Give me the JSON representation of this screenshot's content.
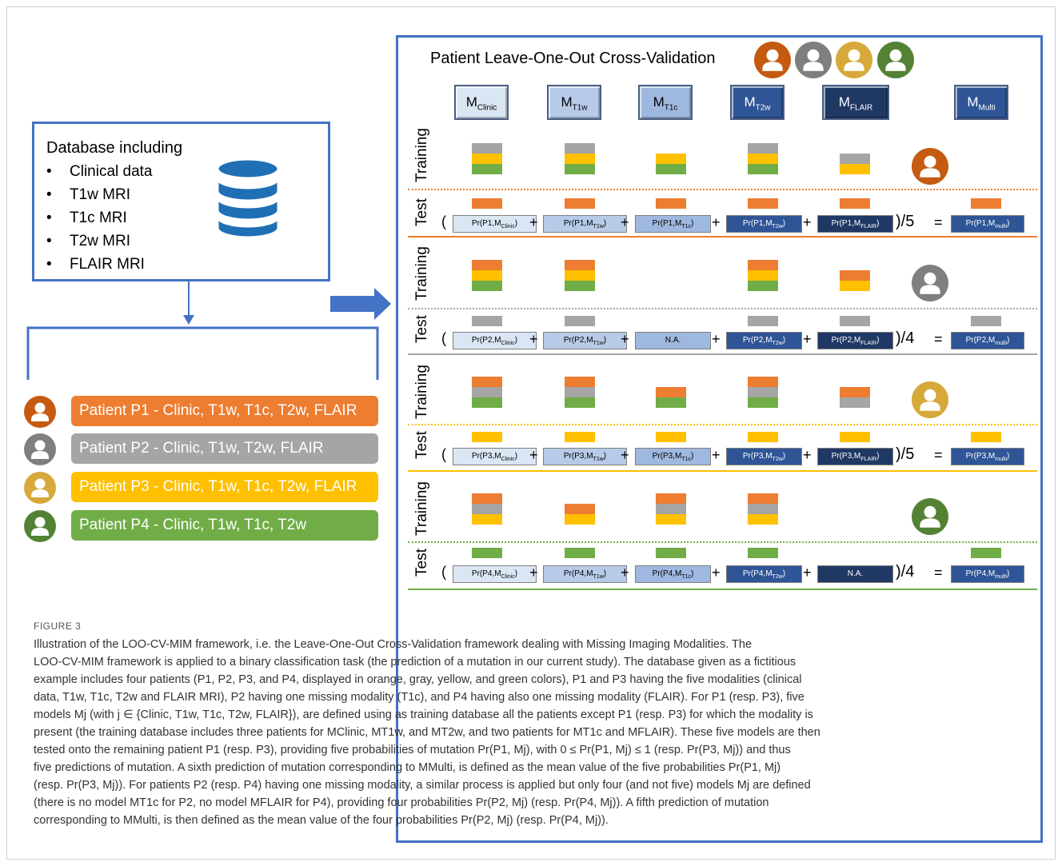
{
  "database": {
    "title": "Database including",
    "items": [
      "Clinical data",
      "T1w MRI",
      "T1c MRI",
      "T2w MRI",
      "FLAIR MRI"
    ]
  },
  "patients": [
    {
      "label": "Patient P1 - Clinic, T1w, T1c, T2w, FLAIR",
      "color": "#ed7d31",
      "avatar": "#c55a11"
    },
    {
      "label": "Patient P2 - Clinic, T1w, T2w, FLAIR",
      "color": "#a5a5a5",
      "avatar": "#7f7f7f"
    },
    {
      "label": "Patient P3 - Clinic, T1w, T1c, T2w, FLAIR",
      "color": "#ffc000",
      "avatar": "#d6a93a"
    },
    {
      "label": "Patient P4 - Clinic, T1w, T1c, T2w",
      "color": "#70ad47",
      "avatar": "#548235"
    }
  ],
  "panel": {
    "title": "Patient  Leave-One-Out Cross-Validation",
    "training_label": "Training",
    "test_label": "Test",
    "models": [
      {
        "main": "M",
        "sub": "Clinic"
      },
      {
        "main": "M",
        "sub": "T1w"
      },
      {
        "main": "M",
        "sub": "T1c"
      },
      {
        "main": "M",
        "sub": "T2w"
      },
      {
        "main": "M",
        "sub": "FLAIR"
      },
      {
        "main": "M",
        "sub": "Multi"
      }
    ],
    "rows": [
      {
        "pr": [
          "Pr(P1,M|Clinic)",
          "Pr(P1,M|T1w)",
          "Pr(P1,M|T1c)",
          "Pr(P1,M|T2w)",
          "Pr(P1,M|FLAIR)"
        ],
        "div": ")/5",
        "result": "Pr(P1,M|multi)"
      },
      {
        "pr": [
          "Pr(P2,M|Clinic)",
          "Pr(P2,M|T1w)",
          "N.A.",
          "Pr(P2,M|T2w)",
          "Pr(P2,M|FLAIR)"
        ],
        "div": ")/4",
        "result": "Pr(P2,M|multi)"
      },
      {
        "pr": [
          "Pr(P3,M|Clinic)",
          "Pr(P3,M|T1w)",
          "Pr(P3,M|T1c)",
          "Pr(P3,M|T2w)",
          "Pr(P3,M|FLAIR)"
        ],
        "div": ")/5",
        "result": "Pr(P3,M|multi)"
      },
      {
        "pr": [
          "Pr(P4,M|Clinic)",
          "Pr(P4,M|T1w)",
          "Pr(P4,M|T1c)",
          "Pr(P4,M|T2w)",
          "N.A."
        ],
        "div": ")/4",
        "result": "Pr(P4,M|multi)"
      }
    ],
    "open_paren": "(",
    "plus": "+",
    "equals": "="
  },
  "caption": {
    "label": "FIGURE 3",
    "lines": [
      "Illustration of the LOO-CV-MIM framework, i.e. the Leave-One-Out Cross-Validation framework dealing with Missing Imaging Modalities. The",
      "LOO-CV-MIM framework is applied to a binary classification task (the prediction of a mutation in our current study). The database given as a fictitious",
      "example includes four patients (P1, P2, P3, and P4, displayed in orange, gray, yellow, and green colors), P1 and P3 having the five modalities (clinical",
      "data, T1w, T1c, T2w and FLAIR MRI), P2 having one missing modality (T1c), and P4 having also one missing modality (FLAIR). For P1 (resp. P3), five",
      "models Mj (with j ∈ {Clinic, T1w, T1c, T2w, FLAIR}), are defined using as training database all the patients except P1 (resp. P3) for which the modality is",
      "present (the training database includes three patients for MClinic, MT1w, and MT2w, and two patients for MT1c and MFLAIR). These five models are then",
      "tested onto the remaining patient P1 (resp. P3), providing five probabilities of mutation Pr(P1, Mj), with 0 ≤ Pr(P1, Mj) ≤ 1 (resp. Pr(P3, Mj)) and thus",
      "five predictions of mutation. A sixth prediction of mutation corresponding to MMulti, is defined as the mean value of the five probabilities Pr(P1, Mj)",
      "(resp. Pr(P3, Mj)). For patients P2 (resp. P4) having one missing modality, a similar process is applied but only four (and not five) models Mj are defined",
      "(there is no model MT1c for P2, no model MFLAIR for P4), providing four probabilities Pr(P2, Mj) (resp. Pr(P4, Mj)). A fifth prediction of mutation",
      "corresponding to MMulti, is then defined as the mean value of the four probabilities Pr(P2, Mj) (resp. Pr(P4, Mj))."
    ]
  }
}
